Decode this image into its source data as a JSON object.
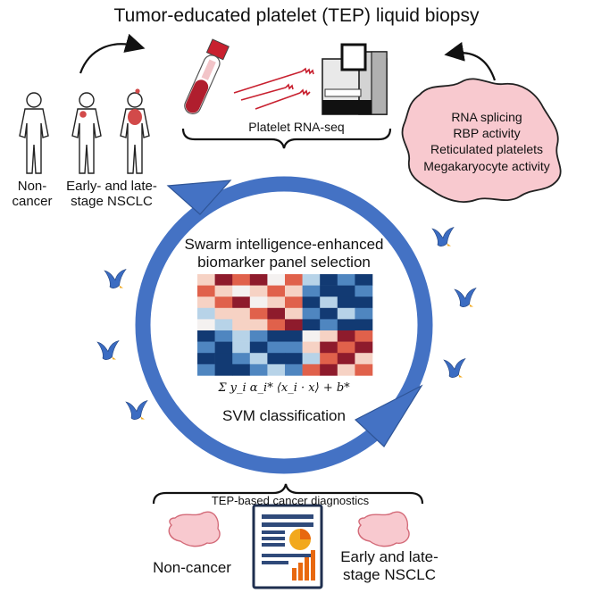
{
  "title": "Tumor-educated platelet (TEP) liquid biopsy",
  "patients": {
    "non_cancer_label": [
      "Non-",
      "cancer"
    ],
    "nsclc_label": [
      "Early- and late-",
      "stage NSCLC"
    ]
  },
  "rnaseq_label": "Platelet RNA-seq",
  "blob_items": [
    "RNA splicing",
    "RBP activity",
    "Reticulated platelets",
    "Megakaryocyte activity"
  ],
  "cycle": {
    "selection_label": [
      "Swarm intelligence-enhanced",
      "biomarker panel selection"
    ],
    "formula": "Σ y_i α_i* ⟨x_i · x⟩ + b*",
    "classification_label": "SVM classification"
  },
  "diagnostics": {
    "header": "TEP-based cancer diagnostics",
    "non_cancer": "Non-cancer",
    "nsclc": [
      "Early and late-",
      "stage NSCLC"
    ]
  },
  "colors": {
    "cycle_blue": "#4472c4",
    "bird_blue": "#3b6cc2",
    "blob_fill": "#f8c9cf",
    "blob_stroke": "#222222",
    "blood_red": "#b01e2e",
    "tumor_red": "#d24a4a",
    "heat_dark_red": "#8e1b2c",
    "heat_red": "#e0614b",
    "heat_light": "#f6d2c4",
    "heat_white": "#f4f1f0",
    "heat_light_blue": "#b7d3e8",
    "heat_blue": "#4f86c0",
    "heat_dark_blue": "#123a73"
  },
  "icons": [
    "person-icon",
    "blood-tube-icon",
    "platelet-strand-icon",
    "sequencer-icon",
    "bird-icon",
    "report-icon",
    "pie-chart-icon",
    "bar-chart-icon",
    "curved-arrow-icon",
    "brace-icon",
    "platelet-blob-icon"
  ]
}
